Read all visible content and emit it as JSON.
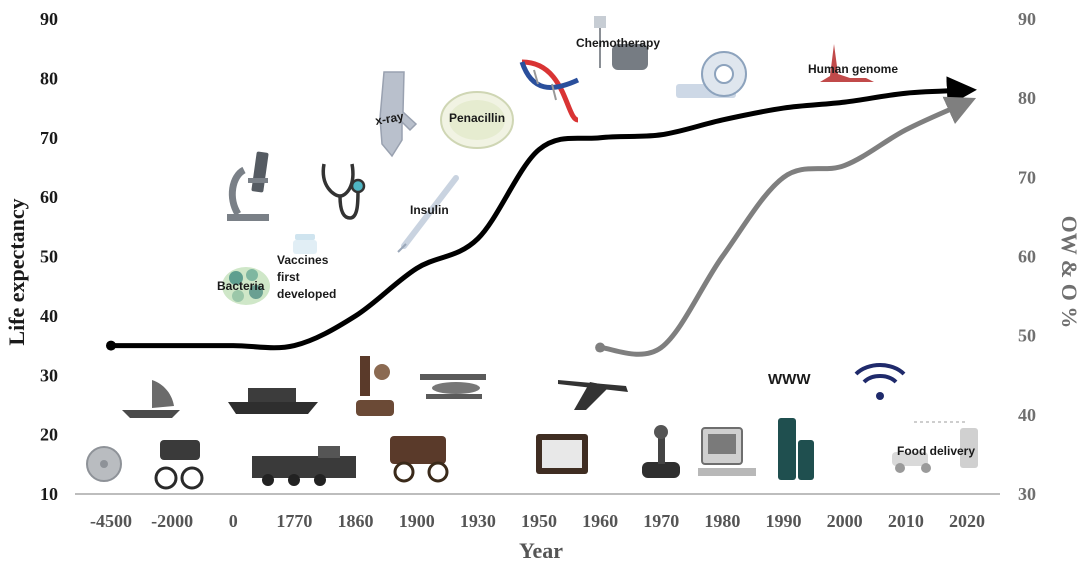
{
  "chart_data": {
    "type": "line",
    "xlabel": "Year",
    "ylabel_left": "Life expectancy",
    "ylabel_right": "OW & O %",
    "categories": [
      "-4500",
      "-2000",
      "0",
      "1770",
      "1860",
      "1900",
      "1930",
      "1950",
      "1960",
      "1970",
      "1980",
      "1990",
      "2000",
      "2010",
      "2020"
    ],
    "ylim_left": [
      10,
      90
    ],
    "yticks_left": [
      10,
      20,
      30,
      40,
      50,
      60,
      70,
      80,
      90
    ],
    "ylim_right": [
      30,
      90
    ],
    "yticks_right": [
      30,
      40,
      50,
      60,
      70,
      80,
      90
    ],
    "series": [
      {
        "axis": "left",
        "color": "#000000",
        "points": [
          {
            "x": "-4500",
            "y": 35
          },
          {
            "x": "-2000",
            "y": 35
          },
          {
            "x": "0",
            "y": 35
          },
          {
            "x": "1770",
            "y": 35
          },
          {
            "x": "1860",
            "y": 40
          },
          {
            "x": "1900",
            "y": 48
          },
          {
            "x": "1930",
            "y": 53
          },
          {
            "x": "1950",
            "y": 68
          },
          {
            "x": "1960",
            "y": 70
          },
          {
            "x": "1970",
            "y": 70.5
          },
          {
            "x": "1980",
            "y": 73
          },
          {
            "x": "1990",
            "y": 75
          },
          {
            "x": "2000",
            "y": 76
          },
          {
            "x": "2010",
            "y": 77.5
          },
          {
            "x": "2020",
            "y": 78
          }
        ]
      },
      {
        "axis": "right",
        "color": "#7f7f7f",
        "points": [
          {
            "x": "1960",
            "y": 48.5
          },
          {
            "x": "1970",
            "y": 48.5
          },
          {
            "x": "1980",
            "y": 60
          },
          {
            "x": "1990",
            "y": 70
          },
          {
            "x": "2000",
            "y": 71.5
          },
          {
            "x": "2010",
            "y": 76
          },
          {
            "x": "2020",
            "y": 79.5
          }
        ]
      }
    ],
    "annotations": {
      "chemotherapy": "Chemotherapy",
      "human_genome": "Human genome",
      "xray": "x-ray",
      "penicillin": "Penacillin",
      "insulin": "Insulin",
      "vaccines": [
        "Vaccines",
        "first",
        "developed"
      ],
      "bacteria": "Bacteria",
      "www": "WWW",
      "food_delivery": "Food delivery"
    },
    "grid": false,
    "legend": "none"
  }
}
